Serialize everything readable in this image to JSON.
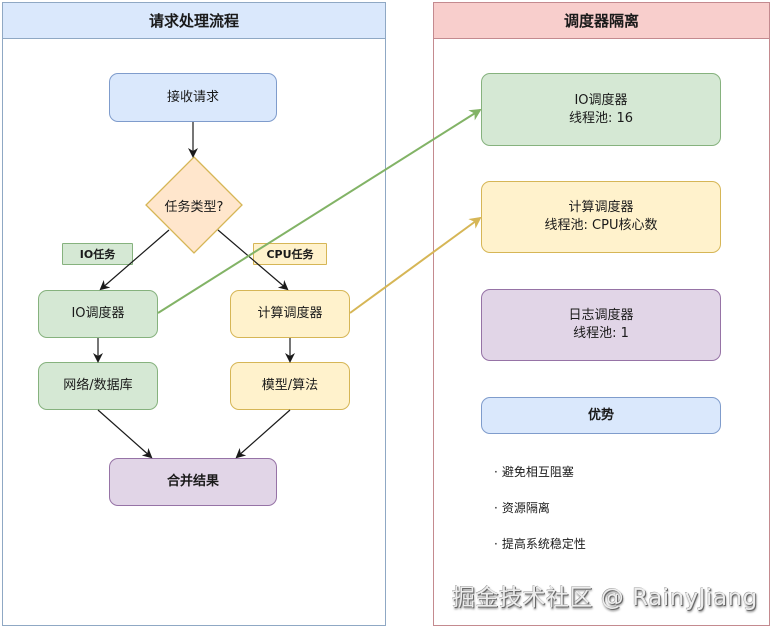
{
  "left_panel": {
    "title": "请求处理流程",
    "nodes": {
      "receive": "接收请求",
      "decision": "任务类型?",
      "io_scheduler": "IO调度器",
      "compute_scheduler": "计算调度器",
      "network_db": "网络/数据库",
      "model_algo": "模型/算法",
      "merge": "合并结果"
    },
    "edge_labels": {
      "io_task": "IO任务",
      "cpu_task": "CPU任务"
    }
  },
  "right_panel": {
    "title": "调度器隔离",
    "schedulers": [
      {
        "name": "IO调度器",
        "pool": "线程池: 16"
      },
      {
        "name": "计算调度器",
        "pool": "线程池: CPU核心数"
      },
      {
        "name": "日志调度器",
        "pool": "线程池: 1"
      }
    ],
    "advantages": {
      "title": "优势",
      "bullet_glyph": "·",
      "items": [
        "避免相互阻塞",
        "资源隔离",
        "提高系统稳定性"
      ]
    }
  },
  "watermark": "掘金技术社区 @ RainyJiang",
  "colors": {
    "io_link": "#82b366",
    "compute_link": "#d6b656",
    "flow_arrow": "#1a1a1a"
  }
}
